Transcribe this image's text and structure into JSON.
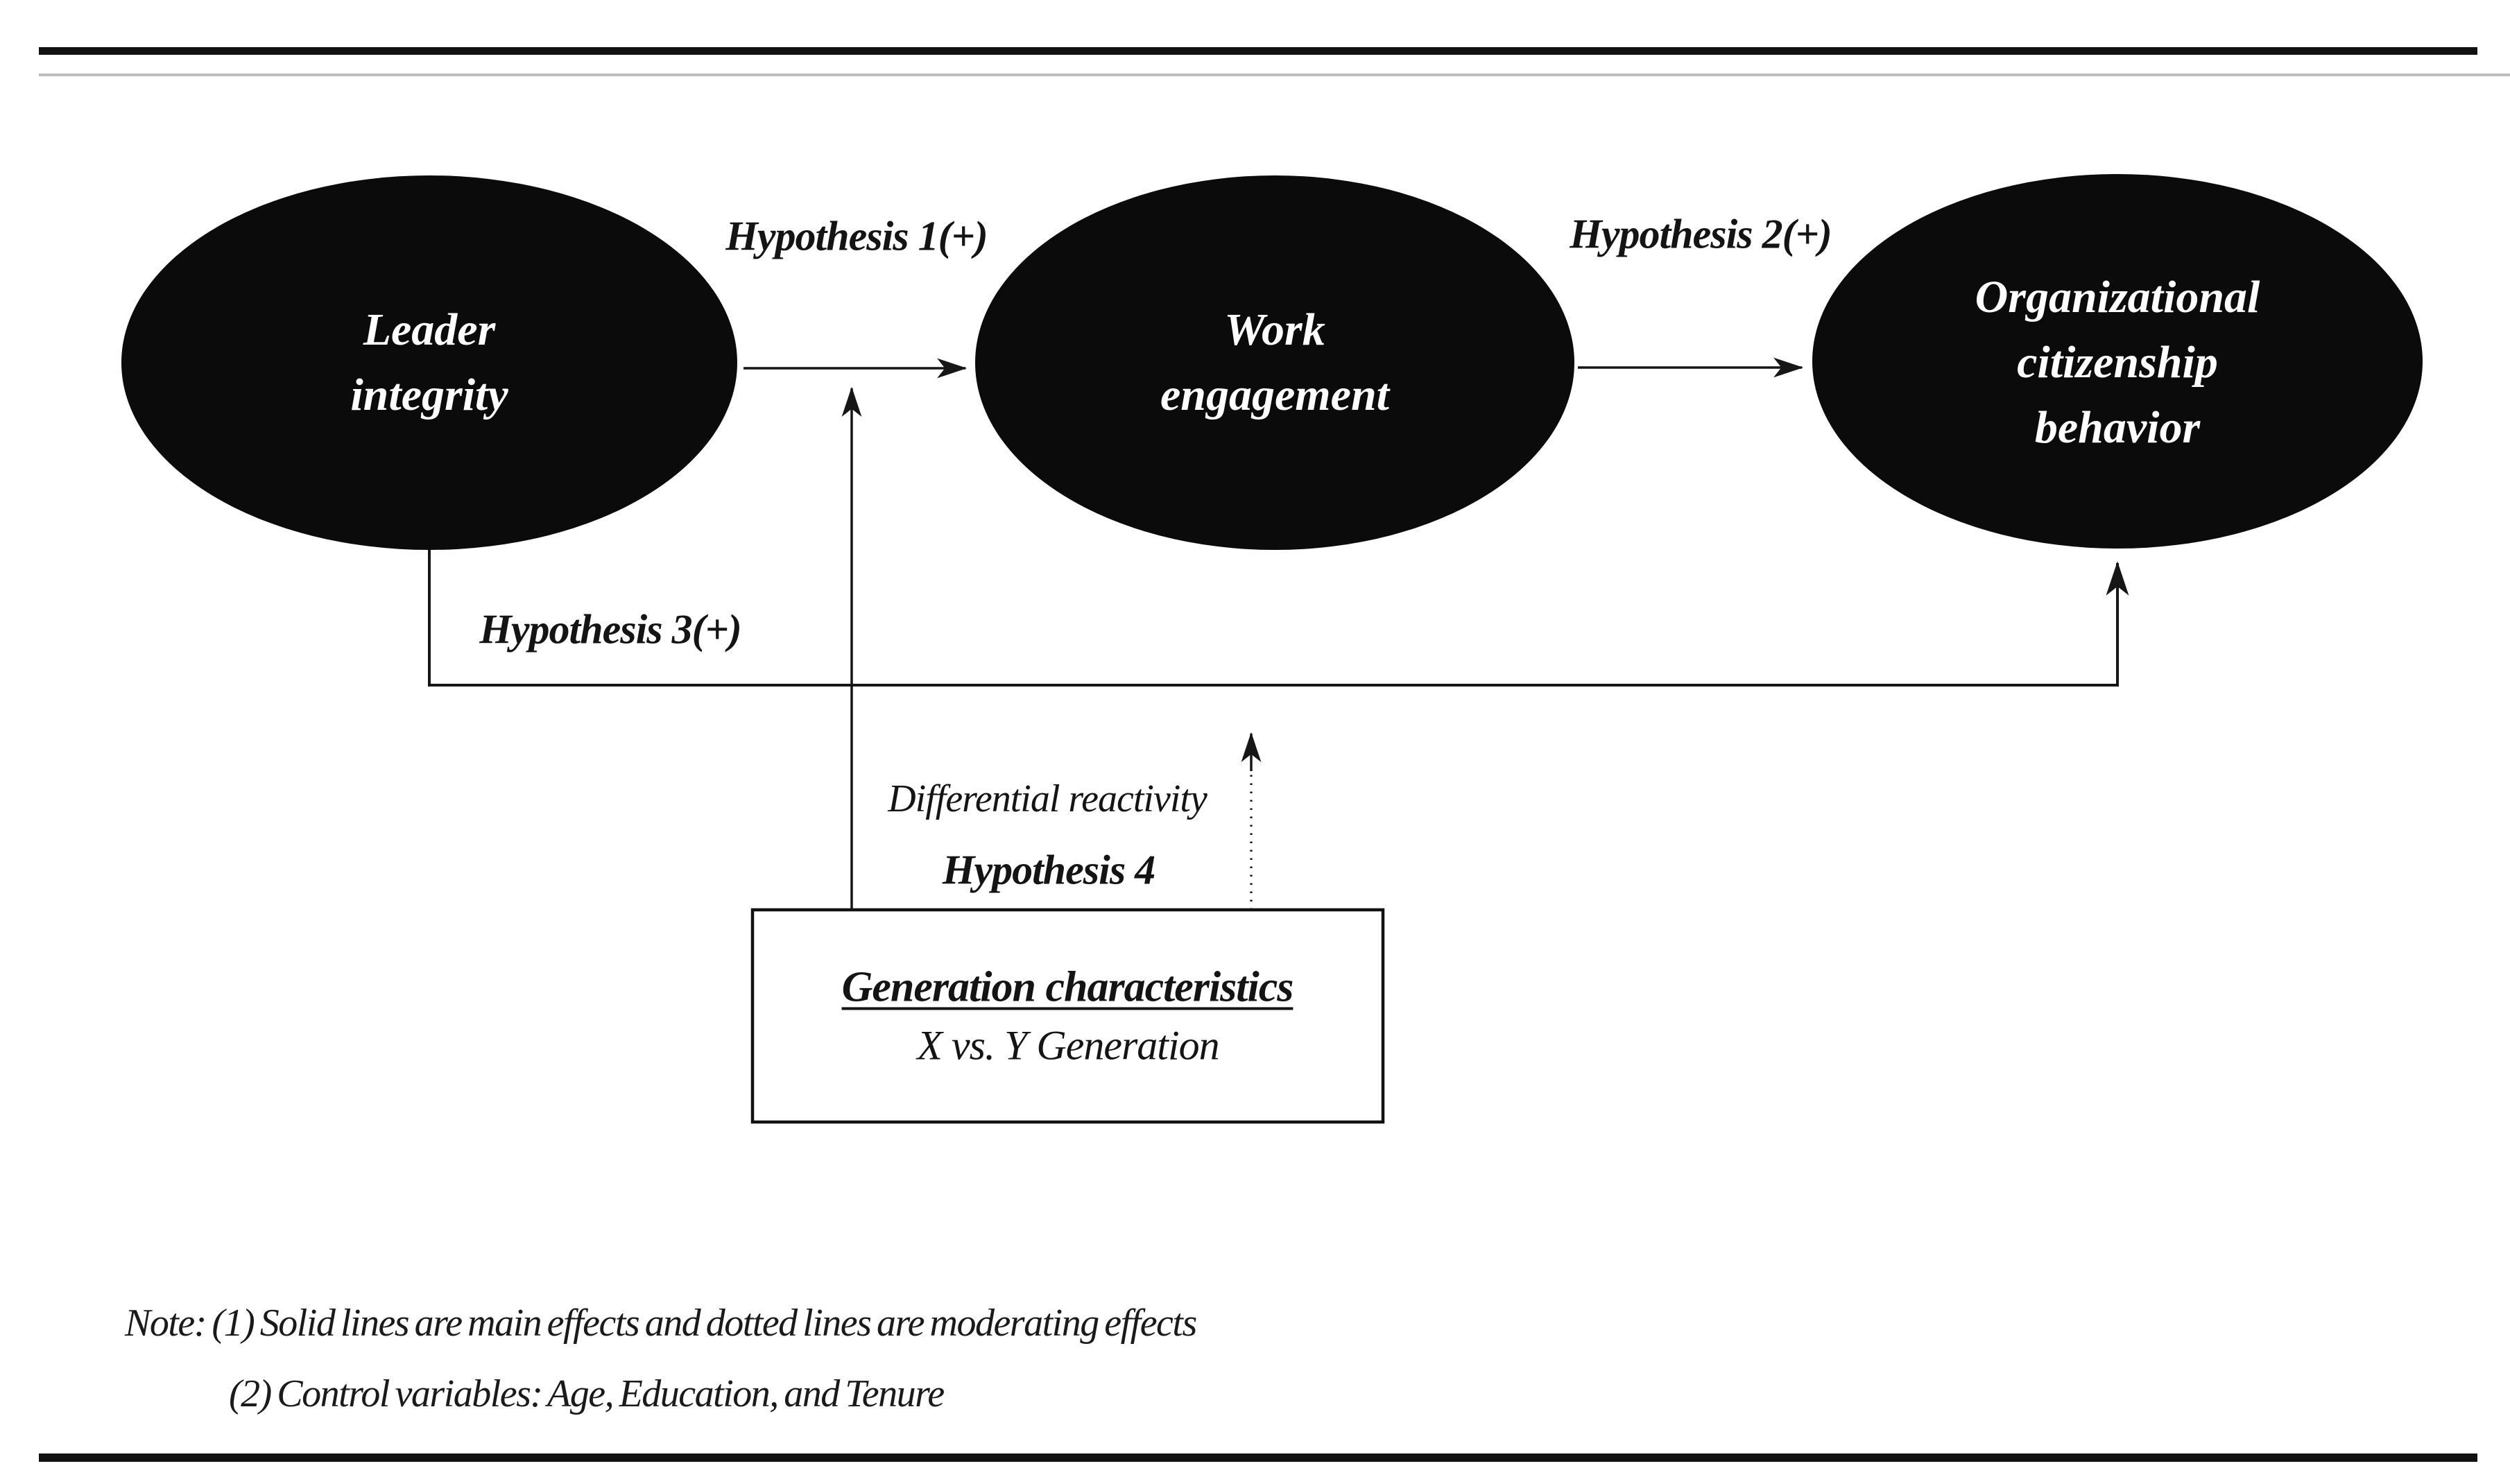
{
  "diagram": {
    "nodes": {
      "leader_integrity": {
        "label": "Leader\nintegrity"
      },
      "work_engagement": {
        "label": "Work\nengagement"
      },
      "organizational_citizenship_behavior": {
        "label": "Organizational\ncitizenship\nbehavior"
      }
    },
    "hypothesis_labels": {
      "h1": "Hypothesis 1(+)",
      "h2": "Hypothesis 2(+)",
      "h3": "Hypothesis 3(+)",
      "h4": "Hypothesis 4",
      "moderation_effect": "Differential reactivity"
    },
    "moderator_box": {
      "title": "Generation characteristics",
      "subtitle": "X vs. Y Generation"
    },
    "notes": [
      "Note: (1) Solid lines are main effects and dotted lines are moderating effects",
      "(2) Control variables: Age, Education, and Tenure"
    ],
    "colors": {
      "node_fill": "#0b0b0b",
      "node_text": "#ffffff",
      "line": "#161616",
      "rule": "#111111",
      "background": "#ffffff"
    }
  }
}
